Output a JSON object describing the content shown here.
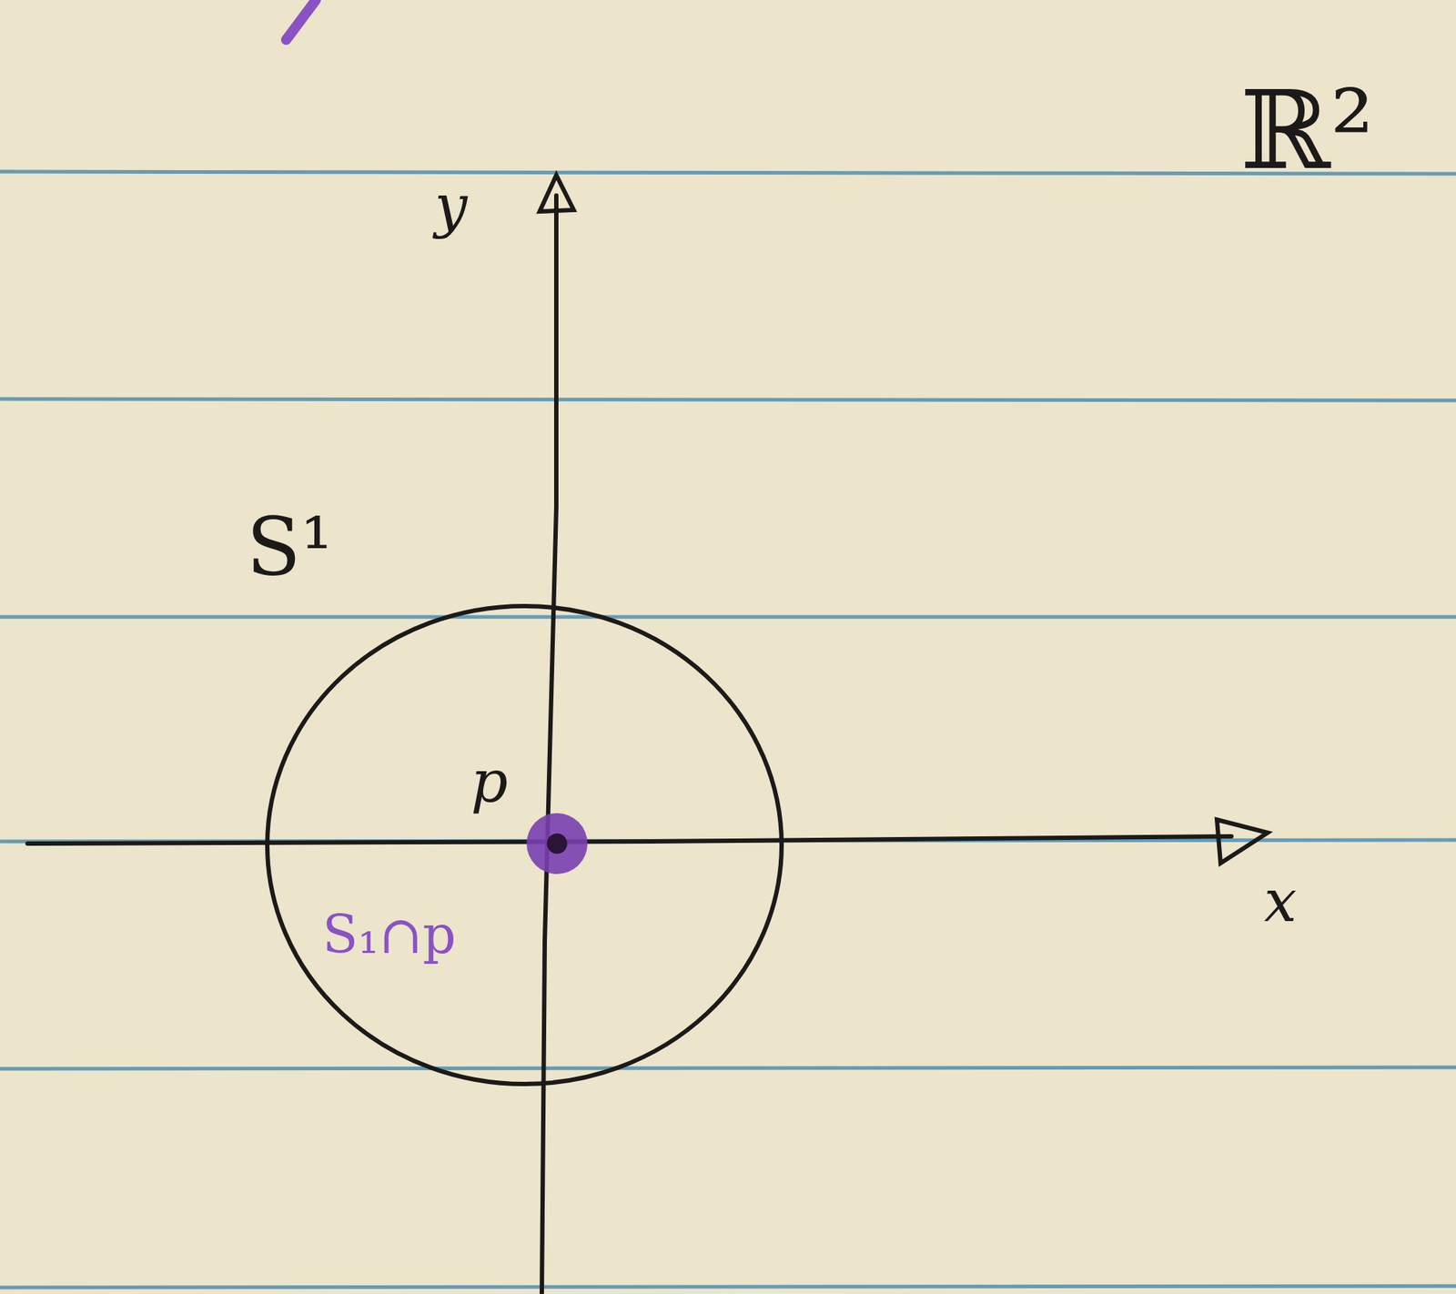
{
  "diagram": {
    "labels": [
      "ℝ²",
      "y",
      "x",
      "S¹",
      "p",
      "S₁∩p"
    ]
  }
}
